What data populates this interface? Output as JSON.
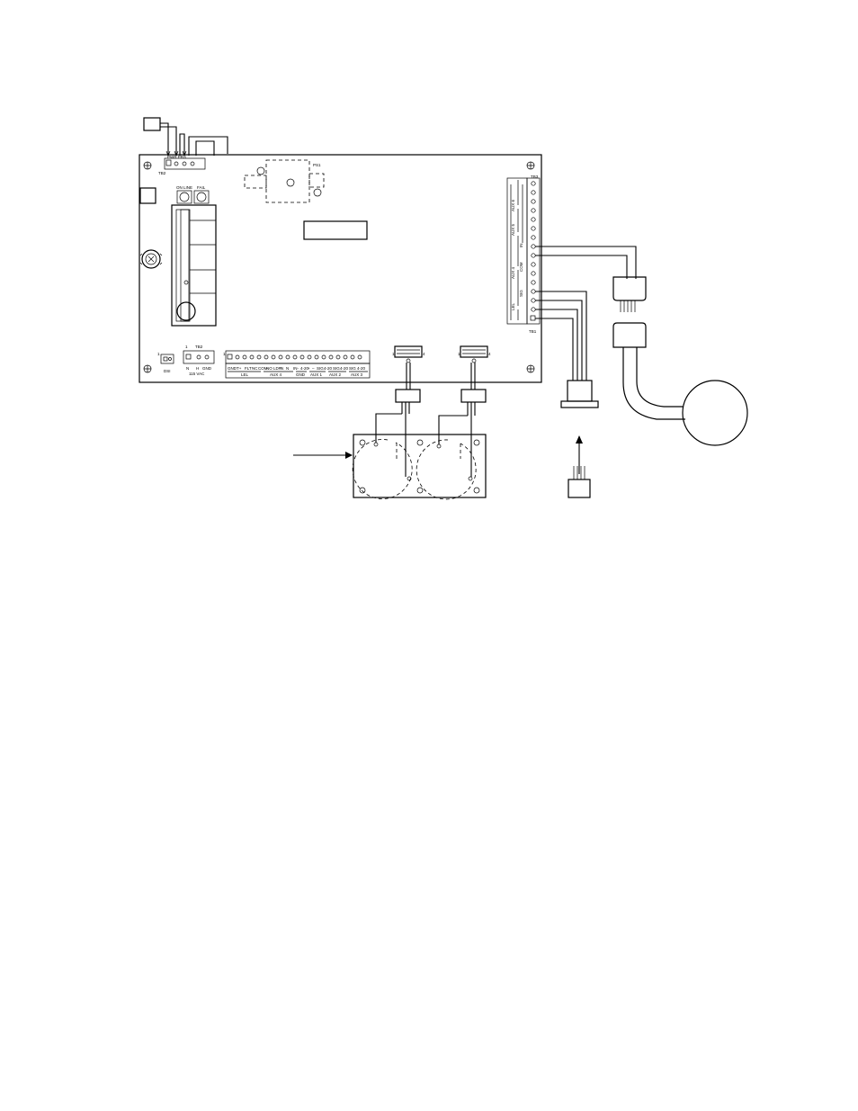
{
  "board": {
    "connector_top_label": "PWR    PRS",
    "connector_top_ref": "TB2",
    "relay_ref": "PS1",
    "btn_left_label": "ON LINE",
    "btn_right_label": "FAIL",
    "dip_ref": "DSI",
    "tb2_pin1": "1",
    "tb2_ref": "TB2",
    "tb2_labels": [
      "N",
      "H",
      "GND"
    ],
    "tb2_caption": "115 VAC",
    "bottom_pin1": "1",
    "bottom_row_labels": [
      "GND",
      "T+",
      "FLT",
      "NC",
      "COM",
      "NO",
      "LDR",
      "N",
      "N",
      "IN-",
      "4-20",
      "+",
      "–",
      "SIG",
      "4-20",
      "SIG",
      "4-20",
      "SIG",
      "4-20"
    ],
    "bottom_group_labels": [
      "LEL",
      "AUX 4",
      "GND",
      "AUX 1",
      "AUX 2",
      "AUX 3"
    ],
    "tb1_ref": "TB1",
    "tb1_group_labels": [
      "AUX 6",
      "AUX 5",
      "LEL",
      "AUX 4",
      "IN",
      "COM",
      "SIG"
    ],
    "tb3_ref": "TB3"
  },
  "connectors": {
    "left_pin1": "1",
    "left_pin4": "4",
    "right_pin1": "1",
    "right_pin4": "4"
  }
}
